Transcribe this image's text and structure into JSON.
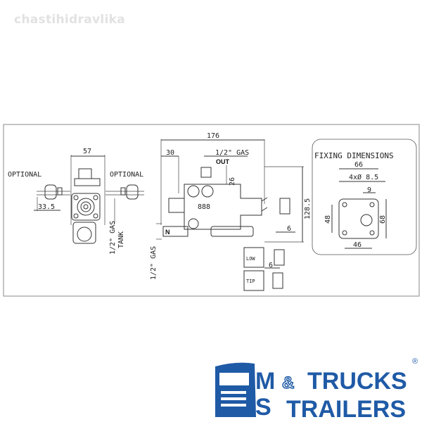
{
  "watermark": "chastihidravlika",
  "drawing": {
    "side_view": {
      "width_dim": "57",
      "optional_left": "OPTIONAL",
      "optional_right": "OPTIONAL",
      "offset_dim": "33.5",
      "tank_port_size": "1/2\" GAS",
      "tank_port_label": "TANK"
    },
    "front_view": {
      "overall_width": "176",
      "left_offset": "30",
      "out_port_size": "1/2\" GAS",
      "out_port_label": "OUT",
      "out_height": "26",
      "overall_height": "128.5",
      "in_port_size": "1/2\" GAS",
      "in_marker": "N",
      "lever_gap_1": "6",
      "lever_gap_2": "6",
      "position_low": "LOW",
      "position_tip": "TIP",
      "body_marking": "888"
    },
    "fixing": {
      "title": "FIXING DIMENSIONS",
      "outer_width": "66",
      "holes": "4xØ 8.5",
      "center_offset": "9",
      "hole_spacing_v": "48",
      "outer_height": "68",
      "hole_spacing_h": "46"
    }
  },
  "logo": {
    "letter_m": "M",
    "letter_s": "S",
    "word_trucks": "TRUCKS",
    "ampersand": "&",
    "word_trailers": "TRAILERS",
    "registered": "®",
    "brand_color": "#1f5aa6"
  }
}
